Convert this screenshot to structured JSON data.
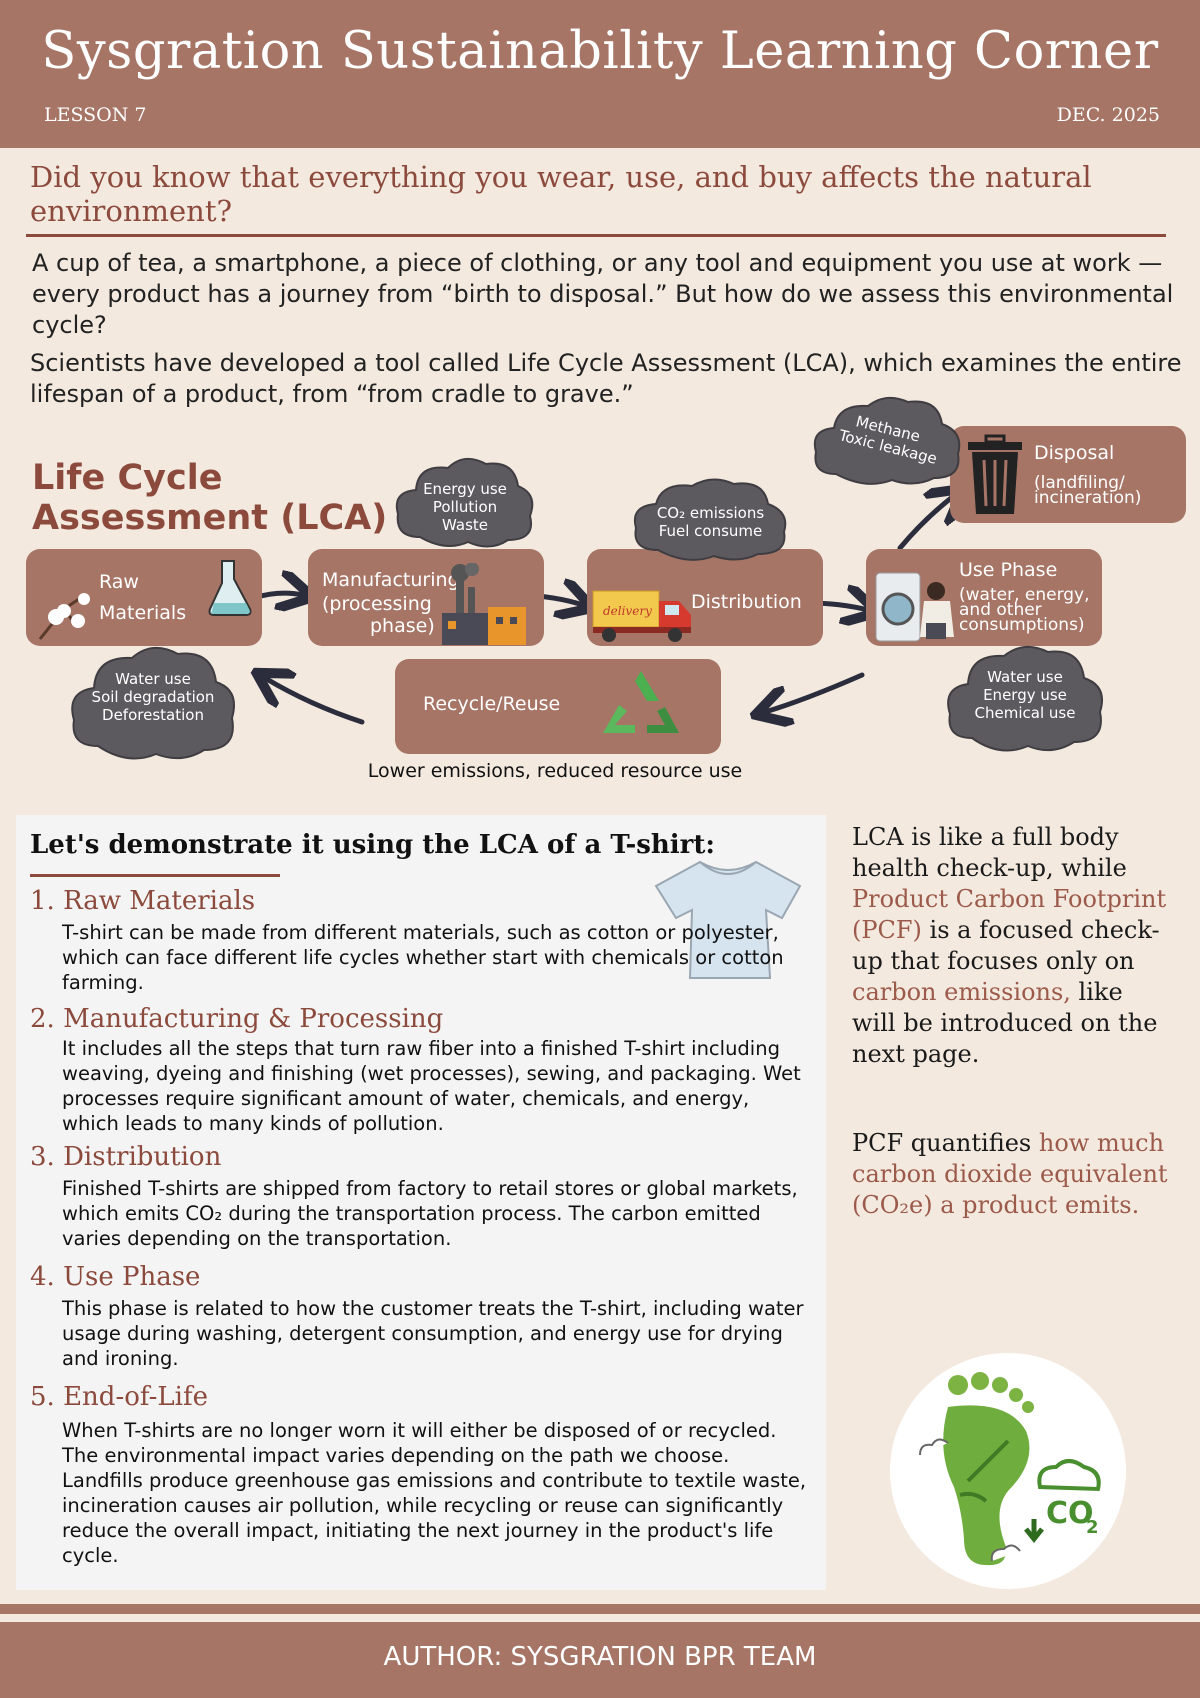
{
  "header": {
    "title": "Sysgration Sustainability Learning Corner",
    "lesson": "LESSON 7",
    "date": "DEC. 2025"
  },
  "question": "Did you know that everything you wear, use, and buy affects the natural environment?",
  "intro": {
    "paragraph1": "A cup of tea, a smartphone, a piece of clothing, or any tool and equipment you use at work — every product has a journey from “birth to disposal.” But how do we assess this environmental cycle?",
    "paragraph2": "Scientists have developed a tool called Life Cycle Assessment (LCA), which examines the entire lifespan of a product, from “from cradle to grave.”"
  },
  "lca": {
    "title_line1": "Life Cycle",
    "title_line2": "Assessment (LCA)",
    "stages": {
      "raw_line1": "Raw",
      "raw_line2": "Materials",
      "manufacturing_line1": "Manufacturing",
      "manufacturing_line2": "(processing",
      "manufacturing_line3": "phase)",
      "distribution": "Distribution",
      "use_line1": "Use Phase",
      "use_line2": "(water, energy,",
      "use_line3": "and other",
      "use_line4": "consumptions)",
      "disposal_line1": "Disposal",
      "disposal_line2": "(landfiling/",
      "disposal_line3": "incineration)",
      "recycle": "Recycle/Reuse"
    },
    "clouds": {
      "manufacturing": [
        "Energy use",
        "Pollution",
        "Waste"
      ],
      "distribution": [
        "CO₂ emissions",
        "Fuel consume"
      ],
      "disposal": [
        "Methane",
        "Toxic leakage"
      ],
      "raw": [
        "Water use",
        "Soil degradation",
        "Deforestation"
      ],
      "use": [
        "Water use",
        "Energy use",
        "Chemical use"
      ]
    },
    "recycle_note": "Lower emissions, reduced resource use",
    "truck_label": "delivery",
    "colors": {
      "stage": "#a67566",
      "cloud": "#5c5a5e",
      "arrow": "#2b2d3c"
    }
  },
  "demo": {
    "title": "Let's demonstrate it using the LCA of a T-shirt:",
    "sections": [
      {
        "head": "1. Raw Materials",
        "body": "T-shirt can be made from different materials, such as cotton or polyester, which can face different life cycles whether start with chemicals or cotton farming."
      },
      {
        "head": "2. Manufacturing & Processing",
        "body": "It includes all the steps that turn raw fiber into a finished T-shirt including weaving, dyeing and finishing (wet processes), sewing, and packaging. Wet processes require significant amount of water, chemicals, and energy, which leads to many kinds of pollution."
      },
      {
        "head": "3. Distribution",
        "body": "Finished T-shirts are shipped from factory to retail stores or global markets, which emits CO₂ during the transportation process. The carbon emitted varies depending on the transportation."
      },
      {
        "head": "4. Use Phase",
        "body": "This phase is related to how the customer treats the T-shirt, including water usage during washing, detergent consumption, and energy use for drying and ironing."
      },
      {
        "head": "5. End-of-Life",
        "body": "When T-shirts are no longer worn it will either be disposed of or recycled. The environmental impact varies depending on the path we choose. Landfills produce greenhouse gas emissions and contribute to textile waste, incineration causes air pollution, while recycling or reuse can significantly reduce the overall impact, initiating the next journey in the product's life cycle."
      }
    ]
  },
  "side": {
    "p1_a": "LCA is like a full body health check-up, while ",
    "p1_hl1": "Product Carbon Footprint (PCF)",
    "p1_b": " is a focused check-up that focuses only on ",
    "p1_hl2": "carbon emissions,",
    "p1_c": " like will be introduced on the next page.",
    "p2_a": "PCF quantifies ",
    "p2_hl": "how much carbon dioxide equivalent (CO₂e) a product emits.",
    "co2_label": "CO",
    "co2_sub": "2"
  },
  "footer": {
    "author": "AUTHOR: SYSGRATION BPR TEAM"
  }
}
